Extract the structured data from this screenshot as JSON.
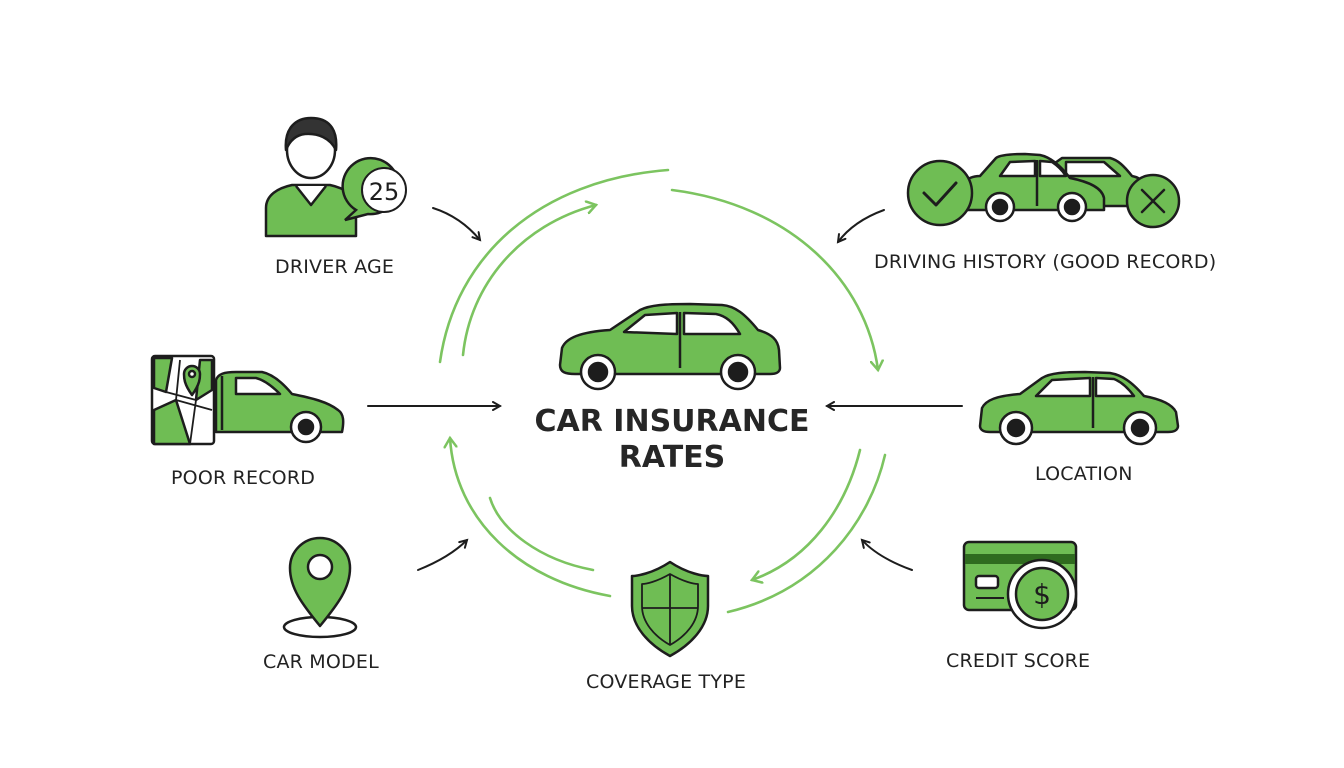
{
  "center": {
    "title_line1": "CAR INSURANCE",
    "title_line2": "RATES"
  },
  "factors": {
    "driver_age": {
      "label": "DRIVER AGE",
      "badge": "25",
      "icon": "driver-avatar-icon"
    },
    "driving_history": {
      "label": "DRIVING HISTORY (GOOD RECORD)",
      "icon": "cars-check-cross-icon"
    },
    "poor_record": {
      "label": "POOR RECORD",
      "icon": "map-car-icon"
    },
    "location": {
      "label": "LOCATION",
      "icon": "car-icon"
    },
    "car_model": {
      "label": "CAR MODEL",
      "icon": "map-pin-icon"
    },
    "coverage_type": {
      "label": "COVERAGE TYPE",
      "icon": "shield-icon"
    },
    "credit_score": {
      "label": "CREDIT SCORE",
      "icon": "card-dollar-icon"
    }
  },
  "colors": {
    "accent_green": "#6fbd54",
    "dark_green": "#2f6b1f",
    "outline": "#1d1d1d",
    "arrow_green": "#7cc460"
  }
}
